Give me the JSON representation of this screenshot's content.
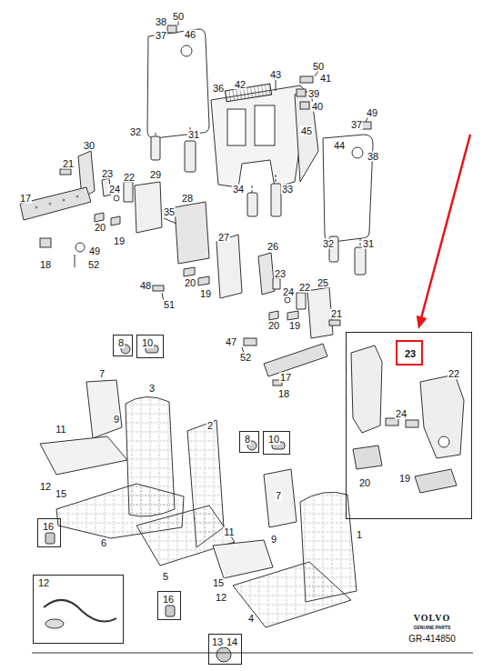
{
  "diagram": {
    "nodes": [
      {
        "text": [
          "22",
          "24",
          "20",
          "19"
        ]
      },
      {
        "text": [
          "23"
        ],
        "in": 0
      },
      {
        "text": [
          "8"
        ]
      },
      {
        "text": [
          "10"
        ]
      },
      {
        "text": [
          "8"
        ]
      },
      {
        "text": [
          "10"
        ]
      },
      {
        "text": [
          "16"
        ]
      },
      {
        "text": [
          "12"
        ]
      },
      {
        "text": [
          "16"
        ]
      },
      {
        "text": [
          "13",
          "14"
        ]
      }
    ],
    "labels": [
      "50",
      "38",
      "37",
      "46",
      "43",
      "50",
      "41",
      "42",
      "36",
      "39",
      "40",
      "32",
      "31",
      "45",
      "44",
      "49",
      "37",
      "38",
      "30",
      "21",
      "23",
      "24",
      "22",
      "29",
      "17",
      "20",
      "19",
      "49",
      "18",
      "52",
      "28",
      "35",
      "34",
      "33",
      "32",
      "31",
      "27",
      "20",
      "19",
      "48",
      "51",
      "26",
      "23",
      "24",
      "22",
      "25",
      "21",
      "20",
      "19",
      "47",
      "52",
      "17",
      "18",
      "7",
      "3",
      "11",
      "9",
      "12",
      "15",
      "6",
      "2",
      "7",
      "9",
      "11",
      "5",
      "15",
      "12",
      "4",
      "1",
      "VOLVO",
      "GENUINE PARTS",
      "GR-414850"
    ]
  }
}
